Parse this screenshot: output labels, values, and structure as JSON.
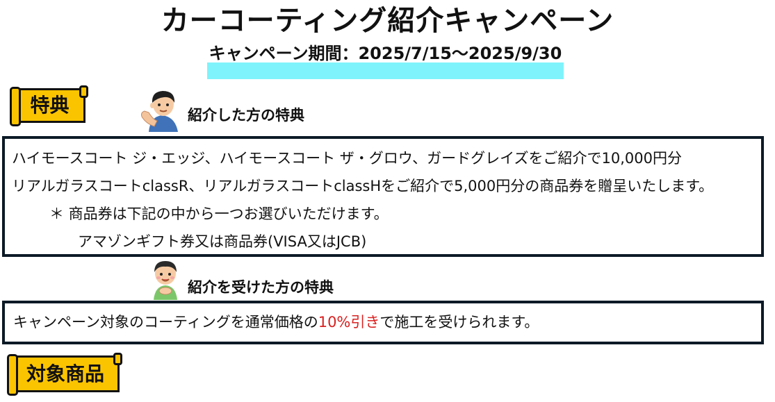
{
  "title": "カーコーティング紹介キャンペーン",
  "period": "キャンペーン期間：2025/7/15〜2025/9/30",
  "colors": {
    "banner_fill": "#fbc400",
    "period_band": "#7ff3fb",
    "box_border": "#0c1a26",
    "highlight_text": "#d92020"
  },
  "benefit_banner": {
    "label": "特典"
  },
  "referrer": {
    "heading": "紹介した方の特典",
    "avatar_icon": "waving-man-icon",
    "lines": [
      "ハイモースコート ジ・エッジ、ハイモースコート ザ・グロウ、ガードグレイズをご紹介で10,000円分",
      "リアルガラスコートclassR、リアルガラスコートclassHをご紹介で5,000円分の商品券を贈呈いたします。",
      "＊ 商品券は下記の中から一つお選びいただけます。",
      "アマゾンギフト券又は商品券(VISA又はJCB)"
    ]
  },
  "referee": {
    "heading": "紹介を受けた方の特典",
    "avatar_icon": "happy-child-icon",
    "text_before": "キャンペーン対象のコーティングを通常価格の",
    "text_highlight": "10%引き",
    "text_after": "で施工を受けられます。"
  },
  "products_banner": {
    "label": "対象商品"
  }
}
